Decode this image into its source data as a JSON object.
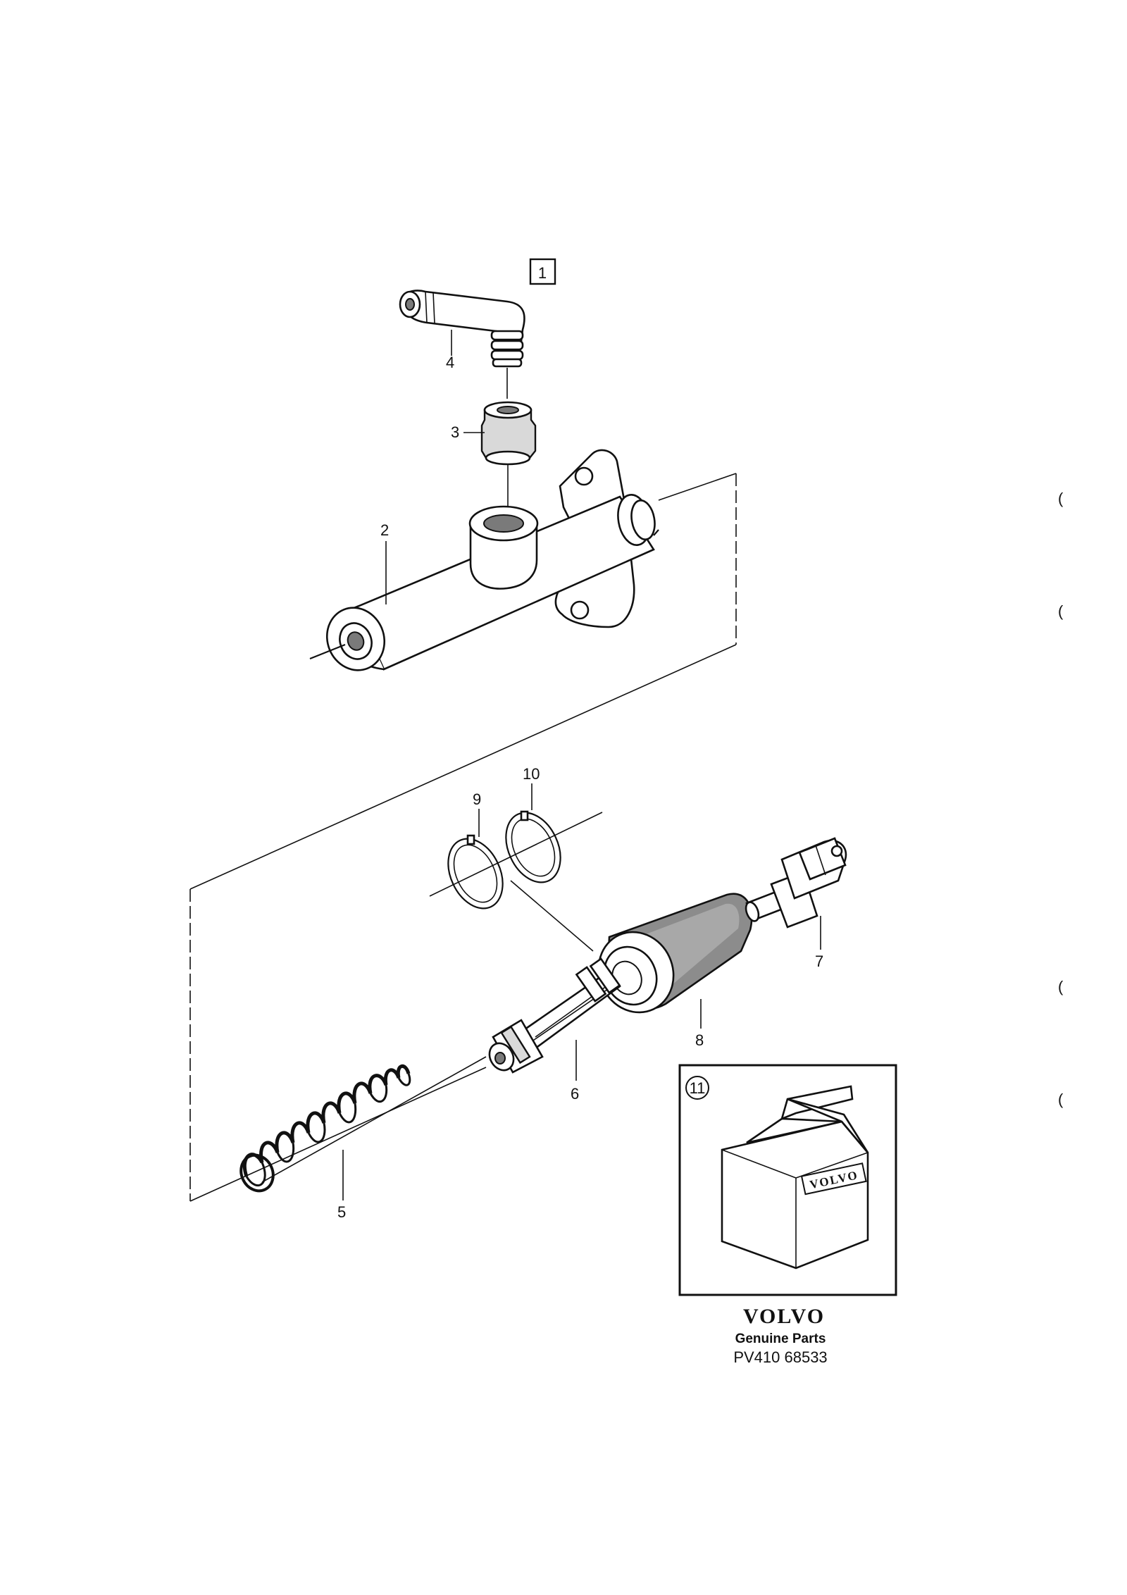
{
  "diagram": {
    "group_number": "1",
    "callouts": {
      "c2": "2",
      "c3": "3",
      "c4": "4",
      "c5": "5",
      "c6": "6",
      "c7": "7",
      "c8": "8",
      "c9": "9",
      "c10": "10",
      "c11": "11"
    },
    "box_logo": "VOLVO"
  },
  "footer": {
    "brand": "VOLVO",
    "tagline": "Genuine Parts",
    "code": "PV410 68533"
  },
  "margin_marks": [
    "(",
    "(",
    "(",
    "("
  ]
}
